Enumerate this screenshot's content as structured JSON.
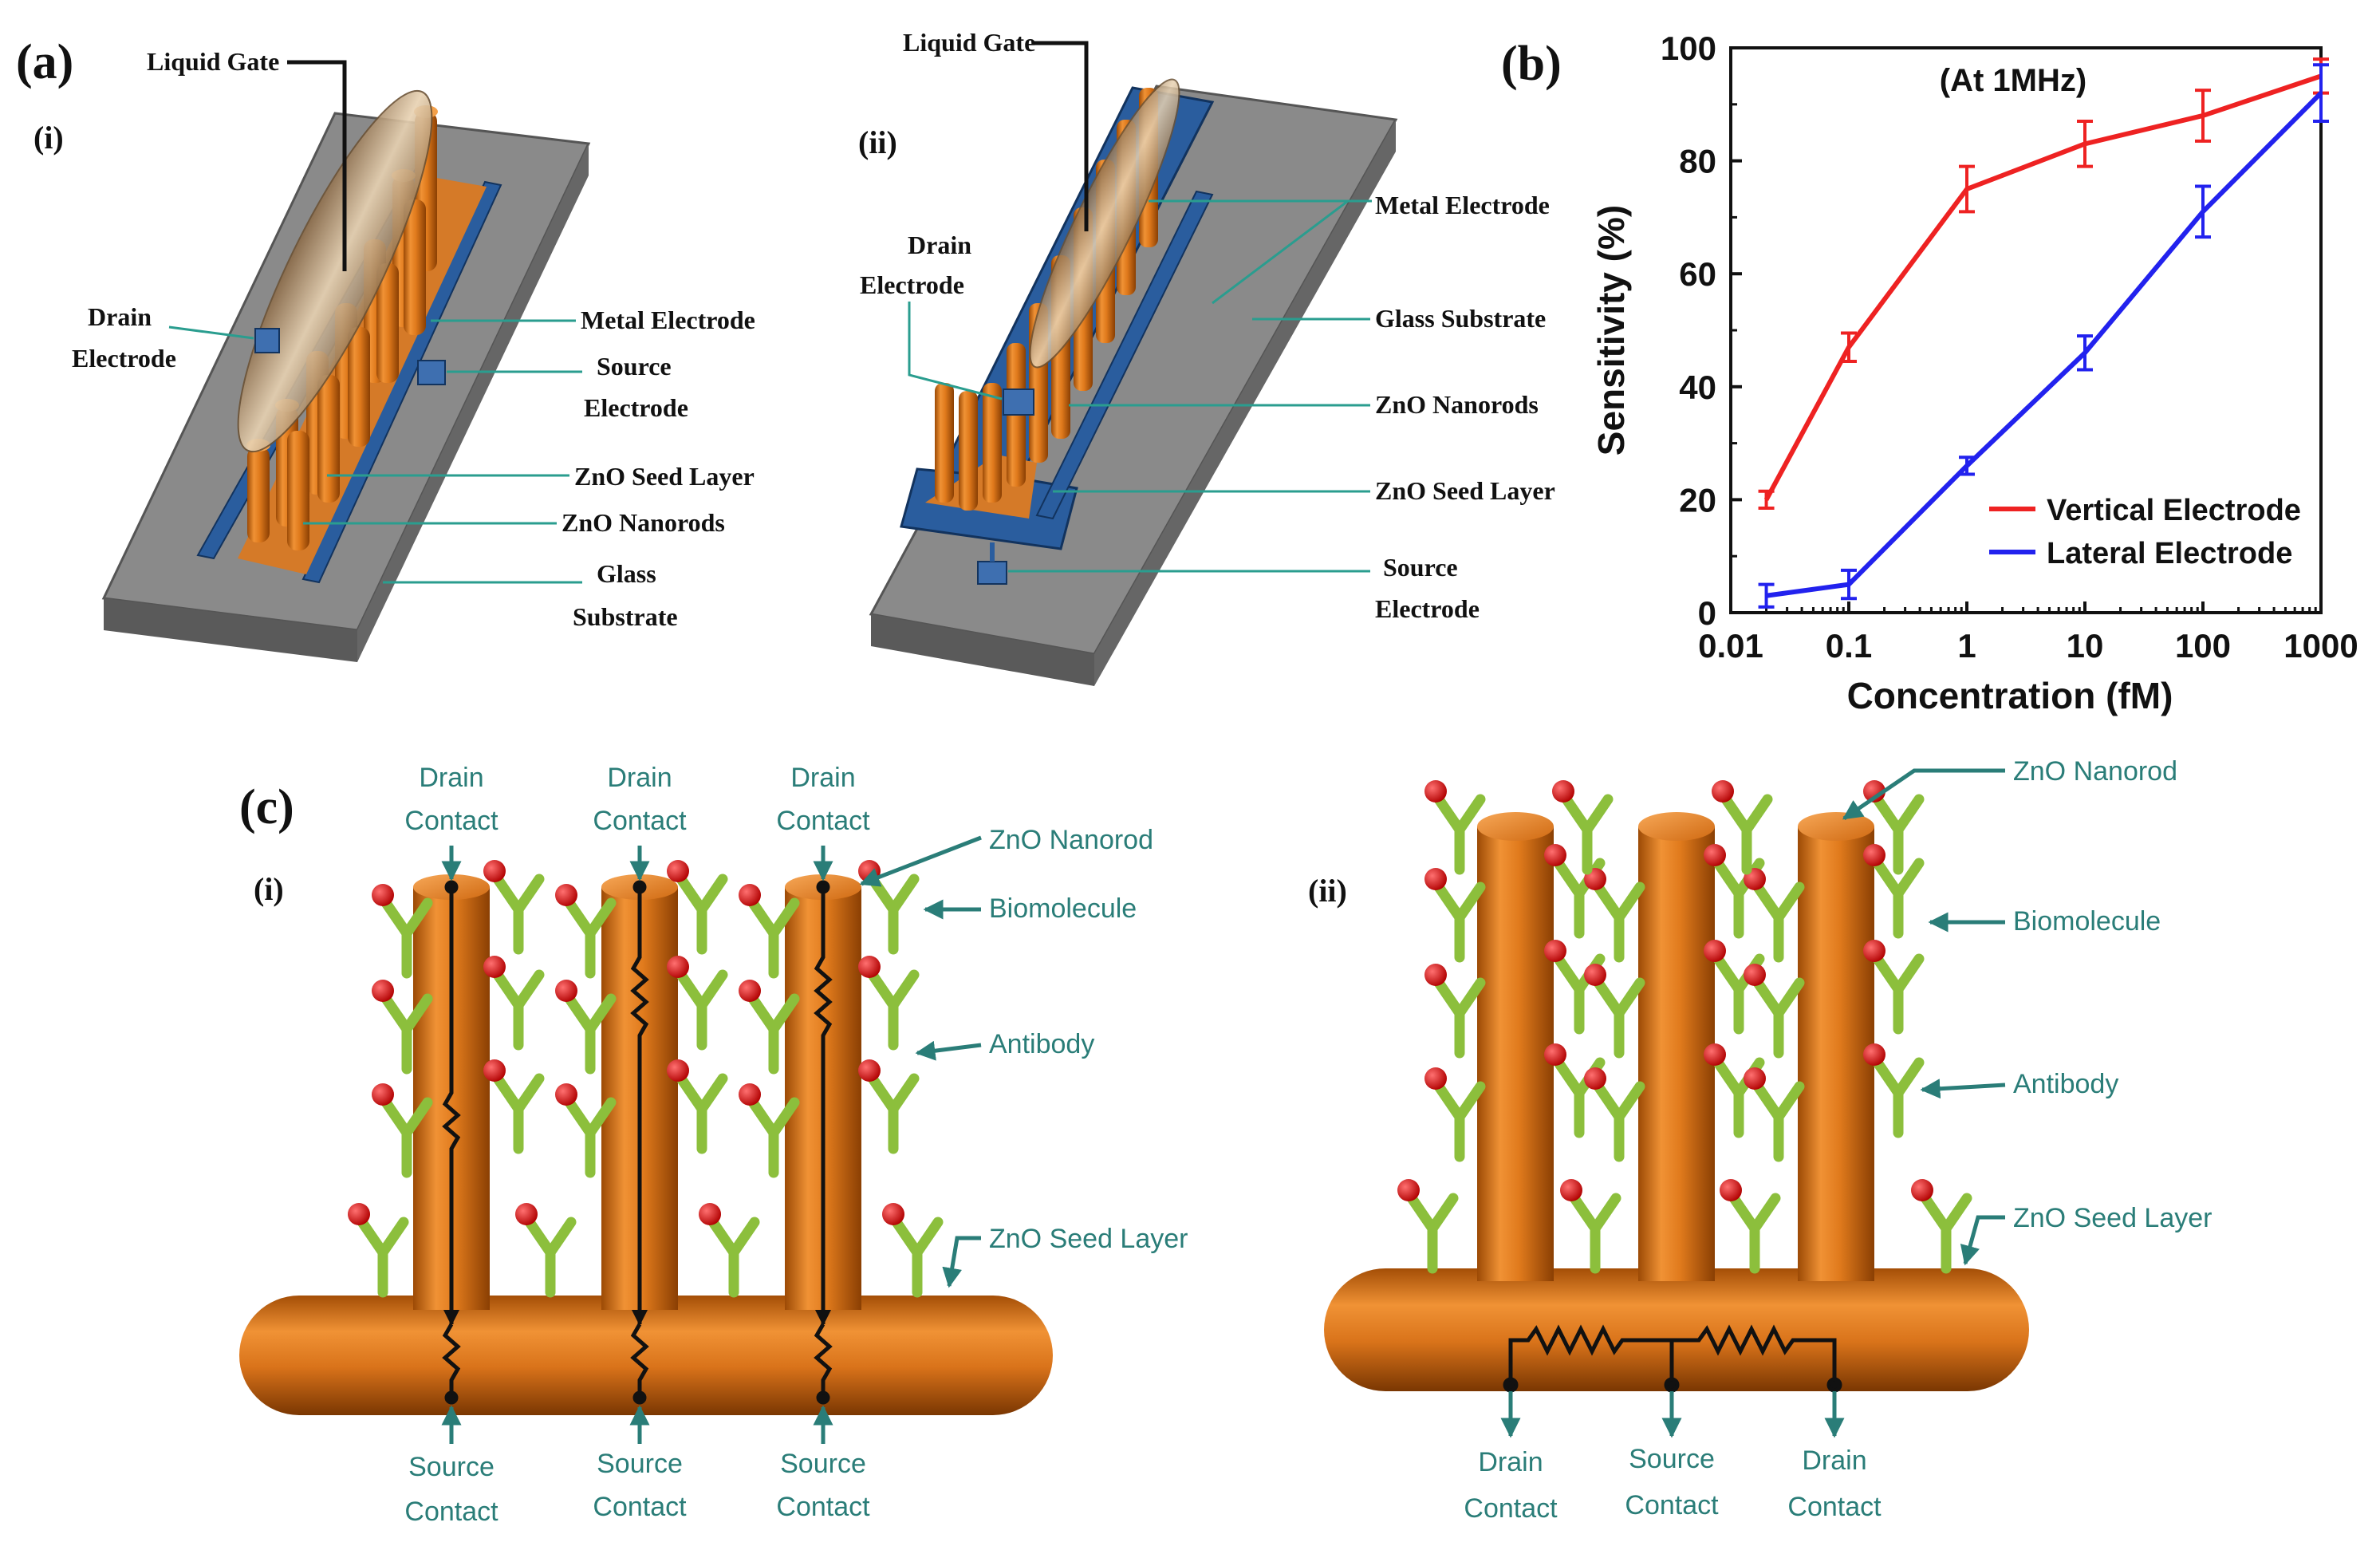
{
  "panel_a": {
    "label": "(a)",
    "i": {
      "label": "(i)",
      "liquid_gate": "Liquid Gate",
      "drain_l1": "Drain",
      "drain_l2": "Electrode",
      "metal_electrode": "Metal Electrode",
      "source_l1": "Source",
      "source_l2": "Electrode",
      "zno_seed": "ZnO Seed Layer",
      "zno_nanorods": "ZnO Nanorods",
      "glass_l1": "Glass",
      "glass_l2": "Substrate"
    },
    "ii": {
      "label": "(ii)",
      "liquid_gate": "Liquid Gate",
      "drain_l1": "Drain",
      "drain_l2": "Electrode",
      "metal_electrode": "Metal Electrode",
      "glass_substrate": "Glass Substrate",
      "zno_nanorods": "ZnO Nanorods",
      "zno_seed": "ZnO Seed Layer",
      "source_l1": "Source",
      "source_l2": "Electrode"
    }
  },
  "panel_b": {
    "label": "(b)"
  },
  "chart_data": {
    "type": "line",
    "annotation": "(At 1MHz)",
    "xlabel": "Concentration (fM)",
    "ylabel": "Sensitivity (%)",
    "xscale": "log",
    "xlim": [
      0.01,
      1000
    ],
    "ylim": [
      0,
      100
    ],
    "xticks": [
      0.01,
      0.1,
      1,
      10,
      100,
      1000
    ],
    "xtick_labels": [
      "0.01",
      "0.1",
      "1",
      "10",
      "100",
      "1000"
    ],
    "yticks": [
      0,
      20,
      40,
      60,
      80,
      100
    ],
    "ytick_labels": [
      "0",
      "20",
      "40",
      "60",
      "80",
      "100"
    ],
    "legend_position": "bottom-right",
    "series": [
      {
        "name": "Vertical Electrode",
        "color": "#ee2222",
        "x": [
          0.02,
          0.1,
          1,
          10,
          100,
          1000
        ],
        "y": [
          20,
          47,
          75,
          83,
          88,
          95
        ],
        "err": [
          1.5,
          2.5,
          4,
          4,
          4.5,
          3
        ]
      },
      {
        "name": "Lateral Electrode",
        "color": "#2222ee",
        "x": [
          0.02,
          0.1,
          1,
          10,
          100,
          1000
        ],
        "y": [
          3,
          5,
          26,
          46,
          71,
          92
        ],
        "err": [
          2,
          2.5,
          1.5,
          3,
          4.5,
          5
        ]
      }
    ]
  },
  "panel_c": {
    "label": "(c)",
    "i": {
      "label": "(i)",
      "drain_l1": "Drain",
      "drain_l2": "Contact",
      "source_l1": "Source",
      "source_l2": "Contact",
      "zno_nanorod": "ZnO Nanorod",
      "biomolecule": "Biomolecule",
      "antibody": "Antibody",
      "zno_seed": "ZnO Seed Layer"
    },
    "ii": {
      "label": "(ii)",
      "zno_nanorod": "ZnO Nanorod",
      "biomolecule": "Biomolecule",
      "antibody": "Antibody",
      "zno_seed": "ZnO Seed Layer",
      "drain_l1": "Drain",
      "drain_l2": "Contact",
      "source_l1": "Source",
      "source_l2": "Contact"
    }
  },
  "colors": {
    "orange": "#e07a1c",
    "teal": "#2a7d78",
    "antibody": "#8cbf3c",
    "bio": "#d01818",
    "substrate": "#6e6e6e"
  }
}
